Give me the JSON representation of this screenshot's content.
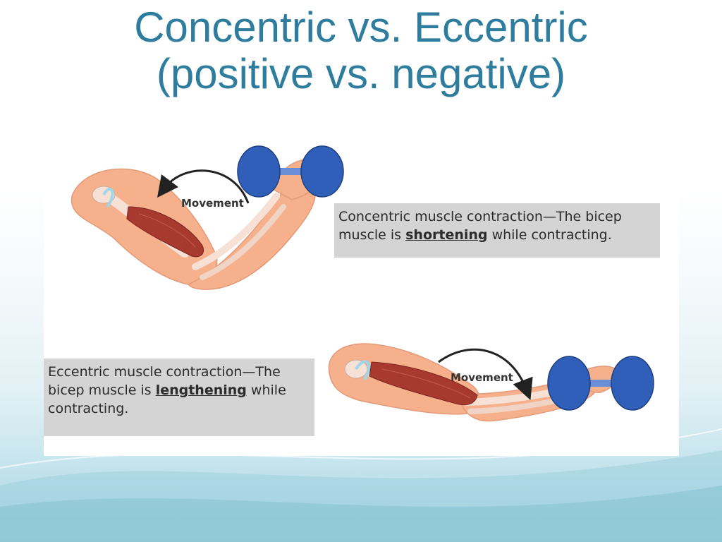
{
  "slide": {
    "title_line1": "Concentric vs. Eccentric",
    "title_line2": "(positive vs. negative)"
  },
  "figure": {
    "top_arm": {
      "movement_label": "Movement",
      "caption_pre": "Concentric muscle contraction—The bicep muscle is ",
      "caption_emphasis": "shortening",
      "caption_post": " while contracting."
    },
    "bottom_arm": {
      "movement_label": "Movement",
      "caption_pre": "Eccentric muscle contraction—The bicep muscle is ",
      "caption_emphasis": "lengthening",
      "caption_post": " while contracting."
    }
  },
  "colors": {
    "title": "#2e7d9e",
    "skin": "#f6b08c",
    "muscle": "#a8392f",
    "dumbbell": "#2f5fb8",
    "caption_bg": "#d4d4d4"
  }
}
